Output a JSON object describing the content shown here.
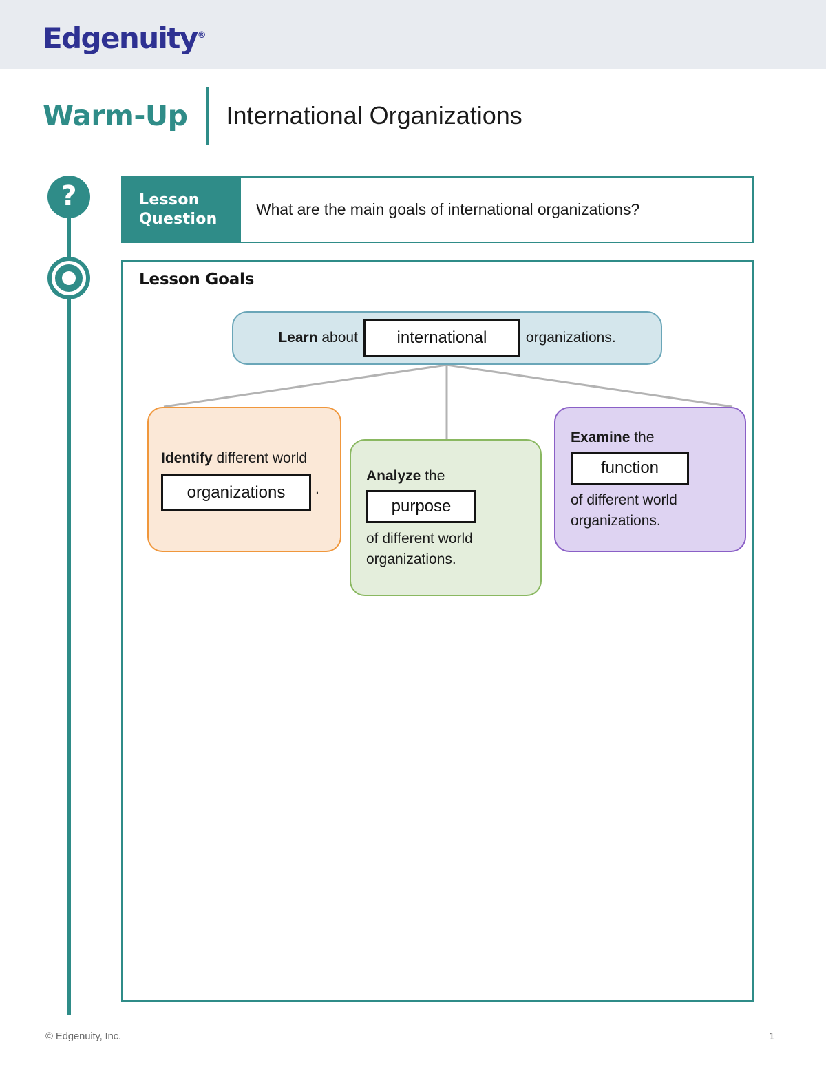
{
  "header": {
    "logo_text": "Edgenuity",
    "logo_tm": "®",
    "brand_color": "#2e3192",
    "band_color": "#e8ebf0",
    "petal_colors": [
      "#2e3192",
      "#3fa9cf",
      "#f26522",
      "#fdb913",
      "#e8423f",
      "#4cab9c",
      "#1c7f86",
      "#f68b1f"
    ]
  },
  "title": {
    "kicker": "Warm-Up",
    "main": "International Organizations",
    "accent_color": "#2f8c88"
  },
  "rail": {
    "question_icon": "question-mark",
    "goal_icon": "target-bullseye"
  },
  "lesson_question": {
    "label_line1": "Lesson",
    "label_line2": "Question",
    "text": "What are the main goals of international organizations?"
  },
  "lesson_goals": {
    "heading": "Lesson Goals",
    "diagram": {
      "type": "hierarchy",
      "root": {
        "id": "learn",
        "fill": "#d4e6ec",
        "stroke": "#6aa6b8",
        "lead": "Learn",
        "before_blank": " about",
        "blank_value": "international",
        "after_blank": "organizations."
      },
      "children": [
        {
          "id": "identify",
          "fill": "#fbe8d7",
          "stroke": "#f0973c",
          "lead": "Identify",
          "before_blank": " different world",
          "blank_value": "organizations",
          "after_blank": "."
        },
        {
          "id": "analyze",
          "fill": "#e4eedc",
          "stroke": "#8ab861",
          "lead": "Analyze",
          "before_blank": " the",
          "blank_value": "purpose",
          "after_blank_line1": "of different world",
          "after_blank_line2": "organizations."
        },
        {
          "id": "examine",
          "fill": "#ded3f2",
          "stroke": "#8a5fc6",
          "lead": "Examine",
          "before_blank": " the",
          "blank_value": "function",
          "after_blank_line1": "of different world",
          "after_blank_line2": "organizations."
        }
      ],
      "connector_color": "#b3b3b3"
    }
  },
  "footer": {
    "copyright": "© Edgenuity, Inc.",
    "page_number": "1"
  }
}
